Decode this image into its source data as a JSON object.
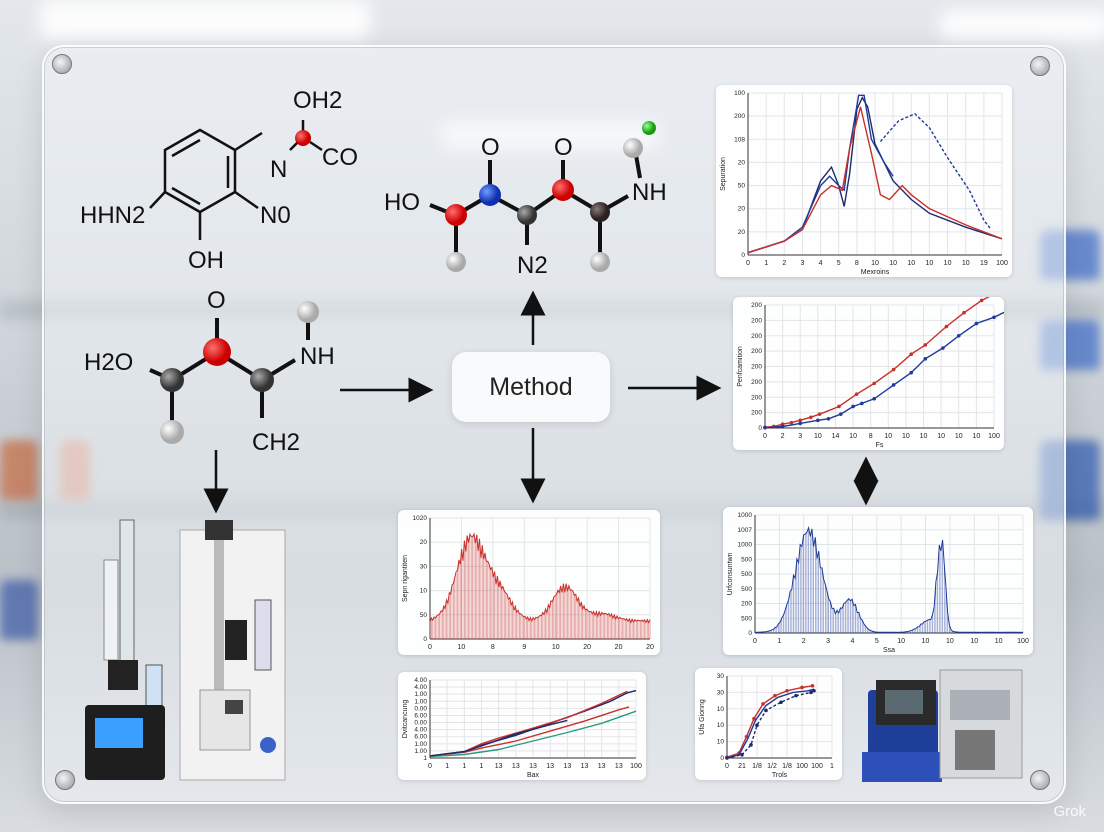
{
  "center_label": "Method",
  "watermark": "Grok",
  "molecules": {
    "m1": {
      "oh2": "OH2",
      "n": "N",
      "co": "CO",
      "hhn2": "HHN2",
      "n0": "N0",
      "oh": "OH"
    },
    "m2": {
      "o1": "O",
      "o2": "O",
      "ho": "HO",
      "n2": "N2",
      "nh": "NH"
    },
    "m3": {
      "o": "O",
      "h2o": "H2O",
      "nh": "NH",
      "ch2": "CH2"
    }
  },
  "colors": {
    "red_series": "#c8302a",
    "blue_series": "#1f3a9a",
    "navy_series": "#1c2a6e",
    "teal_series": "#2e9a82",
    "atom_oxygen": "#e01818",
    "atom_nitrogen": "#1c4fd0",
    "atom_carbon": "#5a5a5a",
    "atom_hydrogen": "#e6e6e6",
    "atom_chlorine": "#30c020"
  },
  "chart_data": [
    {
      "id": "c1",
      "type": "line",
      "ylabel": "Sepuration",
      "xlabel": "Mexroins",
      "xticks": [
        "0",
        "1",
        "2",
        "3",
        "4",
        "5",
        "8",
        "10",
        "10",
        "10",
        "10",
        "10",
        "10",
        "19",
        "100"
      ],
      "yticks": [
        "0",
        "20",
        "20",
        "50",
        "20",
        "108",
        "200",
        "100"
      ],
      "series": [
        {
          "color": "navy",
          "points": [
            [
              0,
              0.1
            ],
            [
              2,
              0.6
            ],
            [
              3,
              1.1
            ],
            [
              4,
              3.2
            ],
            [
              4.6,
              3.8
            ],
            [
              5,
              3
            ],
            [
              5.3,
              2.1
            ],
            [
              5.6,
              3.5
            ],
            [
              6,
              6.3
            ],
            [
              6.3,
              6.8
            ],
            [
              6.6,
              6.4
            ],
            [
              7,
              4.8
            ],
            [
              8,
              3.2
            ],
            [
              9,
              2.4
            ],
            [
              10,
              1.8
            ],
            [
              12,
              1.2
            ],
            [
              14,
              0.7
            ]
          ]
        },
        {
          "color": "blue",
          "points": [
            [
              0,
              0.1
            ],
            [
              2,
              0.6
            ],
            [
              3,
              1.2
            ],
            [
              4,
              3
            ],
            [
              4.5,
              3.4
            ],
            [
              5,
              3
            ],
            [
              5.3,
              2.8
            ],
            [
              5.6,
              4.6
            ],
            [
              6.1,
              6.9
            ],
            [
              6.4,
              6.9
            ],
            [
              6.8,
              5
            ],
            [
              7.5,
              4
            ],
            [
              8,
              3.4
            ]
          ]
        },
        {
          "color": "red",
          "points": [
            [
              0,
              0.1
            ],
            [
              2,
              0.6
            ],
            [
              3,
              1.1
            ],
            [
              4,
              2.6
            ],
            [
              4.6,
              3
            ],
            [
              5.2,
              2.8
            ],
            [
              5.6,
              4.6
            ],
            [
              6.2,
              6.4
            ],
            [
              6.8,
              4.4
            ],
            [
              7.3,
              2.6
            ],
            [
              7.8,
              2.4
            ],
            [
              8.5,
              3
            ],
            [
              9,
              2.6
            ],
            [
              10,
              2
            ],
            [
              12,
              1.3
            ],
            [
              14,
              0.7
            ]
          ]
        },
        {
          "color": "blue",
          "dashed": true,
          "points": [
            [
              7.3,
              4.9
            ],
            [
              8.3,
              5.8
            ],
            [
              9.2,
              6.1
            ],
            [
              10,
              5.5
            ],
            [
              11,
              4.2
            ],
            [
              12.2,
              2.8
            ],
            [
              13,
              1.5
            ],
            [
              13.4,
              1.1
            ]
          ]
        }
      ]
    },
    {
      "id": "c2",
      "type": "line",
      "ylabel": "Penfcamition",
      "xlabel": "Fs",
      "xticks": [
        "0",
        "2",
        "3",
        "10",
        "14",
        "10",
        "8",
        "10",
        "10",
        "10",
        "10",
        "10",
        "10",
        "100"
      ],
      "yticks": [
        "0",
        "200",
        "200",
        "200",
        "200",
        "200",
        "200",
        "200",
        "200"
      ],
      "series": [
        {
          "color": "red",
          "markers": true,
          "points": [
            [
              0,
              0.05
            ],
            [
              0.5,
              0.1
            ],
            [
              1,
              0.25
            ],
            [
              1.5,
              0.35
            ],
            [
              2,
              0.5
            ],
            [
              2.6,
              0.7
            ],
            [
              3.1,
              0.9
            ],
            [
              4.2,
              1.4
            ],
            [
              5.2,
              2.2
            ],
            [
              6.2,
              2.9
            ],
            [
              7.3,
              3.8
            ],
            [
              8.3,
              4.8
            ],
            [
              9.1,
              5.4
            ],
            [
              10.3,
              6.6
            ],
            [
              11.3,
              7.5
            ],
            [
              12.3,
              8.3
            ],
            [
              13,
              8.7
            ],
            [
              13.9,
              9.5
            ]
          ]
        },
        {
          "color": "blue",
          "markers": true,
          "points": [
            [
              0,
              0.02
            ],
            [
              1,
              0.1
            ],
            [
              2,
              0.3
            ],
            [
              3,
              0.5
            ],
            [
              3.6,
              0.6
            ],
            [
              4.3,
              0.9
            ],
            [
              5,
              1.4
            ],
            [
              5.5,
              1.6
            ],
            [
              6.2,
              1.9
            ],
            [
              7.3,
              2.8
            ],
            [
              8.3,
              3.6
            ],
            [
              9.1,
              4.5
            ],
            [
              10.1,
              5.2
            ],
            [
              11,
              6
            ],
            [
              12,
              6.8
            ],
            [
              13,
              7.2
            ],
            [
              13.9,
              7.7
            ]
          ]
        }
      ]
    },
    {
      "id": "c3",
      "type": "spectrum",
      "ylabel": "Sepn rigantiten",
      "xticks": [
        "0",
        "10",
        "8",
        "9",
        "10",
        "20",
        "20",
        "20"
      ],
      "yticks": [
        "0",
        "50",
        "10",
        "30",
        "20",
        "1020"
      ],
      "color": "red",
      "baseline": 0.8,
      "xmax": 7,
      "peaks": [
        [
          1.3,
          3.6,
          0.45
        ],
        [
          2.2,
          1.2,
          0.4
        ],
        [
          4.3,
          1.5,
          0.4
        ],
        [
          5.5,
          0.3,
          0.4
        ]
      ]
    },
    {
      "id": "c4",
      "type": "spectrum",
      "ylabel": "Urfconsuntwn",
      "xlabel": "Ssa",
      "xticks": [
        "0",
        "1",
        "2",
        "3",
        "4",
        "5",
        "10",
        "10",
        "10",
        "10",
        "10",
        "100"
      ],
      "yticks": [
        "0",
        "500",
        "200",
        "500",
        "500",
        "500",
        "1000",
        "1007",
        "1000"
      ],
      "color": "blue",
      "baseline": 0.05,
      "xmax": 11,
      "peaks": [
        [
          2.2,
          7.3,
          0.55
        ],
        [
          3.9,
          2.3,
          0.35
        ],
        [
          7.2,
          0.9,
          0.4
        ],
        [
          7.7,
          5.5,
          0.12
        ],
        [
          7.5,
          3,
          0.1
        ]
      ]
    },
    {
      "id": "c5",
      "type": "line",
      "ylabel": "Dvitcancung",
      "xlabel": "Bax",
      "xticks": [
        "0",
        "1",
        "1",
        "1",
        "13",
        "13",
        "13",
        "13",
        "13",
        "13",
        "13",
        "13",
        "100"
      ],
      "yticks": [
        "1",
        "1.00",
        "1.00",
        "6.00",
        "4.00",
        "0.00",
        "6.00",
        "0.00",
        "1.00",
        "1.00",
        "4.00",
        "4.00"
      ],
      "series": [
        {
          "color": "navy",
          "points": [
            [
              0,
              0.3
            ],
            [
              2,
              0.9
            ],
            [
              3,
              1.8
            ],
            [
              5,
              3.2
            ],
            [
              7,
              4.9
            ],
            [
              9,
              6.6
            ],
            [
              10.5,
              8
            ],
            [
              11.5,
              9.2
            ],
            [
              12,
              9.5
            ]
          ]
        },
        {
          "color": "red",
          "points": [
            [
              0,
              0.3
            ],
            [
              2,
              0.9
            ],
            [
              3,
              2
            ],
            [
              4,
              2.8
            ],
            [
              6,
              4.2
            ],
            [
              8,
              5.7
            ],
            [
              10,
              7.7
            ],
            [
              11.5,
              9.4
            ]
          ]
        },
        {
          "color": "red",
          "points": [
            [
              0,
              0.3
            ],
            [
              2,
              0.8
            ],
            [
              3,
              1.4
            ],
            [
              5,
              2.4
            ],
            [
              7,
              3.8
            ],
            [
              9,
              5.2
            ],
            [
              11,
              6.8
            ],
            [
              11.6,
              7.2
            ]
          ]
        },
        {
          "color": "teal",
          "points": [
            [
              0,
              0.2
            ],
            [
              2,
              0.5
            ],
            [
              4,
              1.2
            ],
            [
              6,
              2.4
            ],
            [
              8,
              3.6
            ],
            [
              10,
              4.9
            ],
            [
              12,
              6.6
            ]
          ]
        },
        {
          "color": "navy",
          "points": [
            [
              0,
              0.3
            ],
            [
              2,
              0.9
            ],
            [
              3,
              1.7
            ],
            [
              5,
              3.4
            ],
            [
              7,
              4.7
            ],
            [
              8,
              5.3
            ]
          ]
        }
      ]
    },
    {
      "id": "c6",
      "type": "line",
      "ylabel": "Ufa Gionng",
      "xlabel": "Trols",
      "xticks": [
        "0",
        "21",
        "1/8",
        "1/2",
        "1/8",
        "100",
        "100",
        "1"
      ],
      "yticks": [
        "0",
        "10",
        "10",
        "10",
        "30",
        "30"
      ],
      "series": [
        {
          "color": "red",
          "markers": true,
          "points": [
            [
              0,
              0.05
            ],
            [
              0.8,
              0.3
            ],
            [
              1.3,
              1.3
            ],
            [
              1.8,
              2.4
            ],
            [
              2.4,
              3.3
            ],
            [
              3.2,
              3.8
            ],
            [
              4,
              4.1
            ],
            [
              5,
              4.3
            ],
            [
              5.7,
              4.4
            ]
          ]
        },
        {
          "color": "blue",
          "points": [
            [
              0,
              0
            ],
            [
              0.8,
              0.2
            ],
            [
              1.4,
              1.2
            ],
            [
              1.9,
              2.3
            ],
            [
              2.6,
              3.2
            ],
            [
              3.4,
              3.7
            ],
            [
              4.4,
              4
            ],
            [
              5.4,
              4.1
            ],
            [
              5.8,
              4.2
            ]
          ]
        },
        {
          "color": "navy",
          "markers": true,
          "dashed": true,
          "points": [
            [
              0,
              0
            ],
            [
              1,
              0.2
            ],
            [
              1.6,
              0.8
            ],
            [
              2,
              2
            ],
            [
              2.6,
              2.9
            ],
            [
              3.6,
              3.4
            ],
            [
              4.6,
              3.8
            ],
            [
              5.6,
              4.0
            ],
            [
              5.8,
              4.1
            ]
          ]
        }
      ]
    }
  ]
}
